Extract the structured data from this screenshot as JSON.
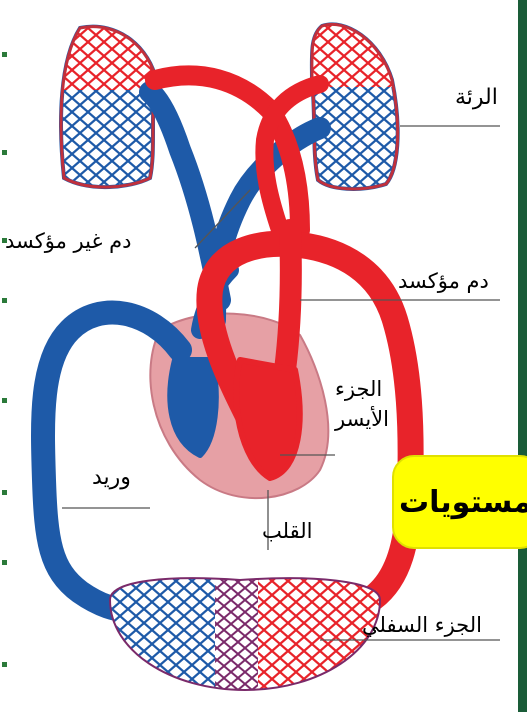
{
  "labels": {
    "lung": "الرئة",
    "deoxygenated_blood": "دم غير مؤكسد",
    "oxygenated_blood": "دم مؤكسد",
    "left_part_line1": "الجزء",
    "left_part_line2": "الأيسر",
    "vein": "وريد",
    "heart": "القلب",
    "lower_part": "الجزء السفلي"
  },
  "callout": {
    "text": "مستويات"
  },
  "colors": {
    "oxygenated": "#e8232a",
    "deoxygenated": "#1e5aa8",
    "heart_tissue": "#e6a0a5",
    "callout_bg": "#ffff00",
    "accent_bar": "#1a5c38"
  }
}
